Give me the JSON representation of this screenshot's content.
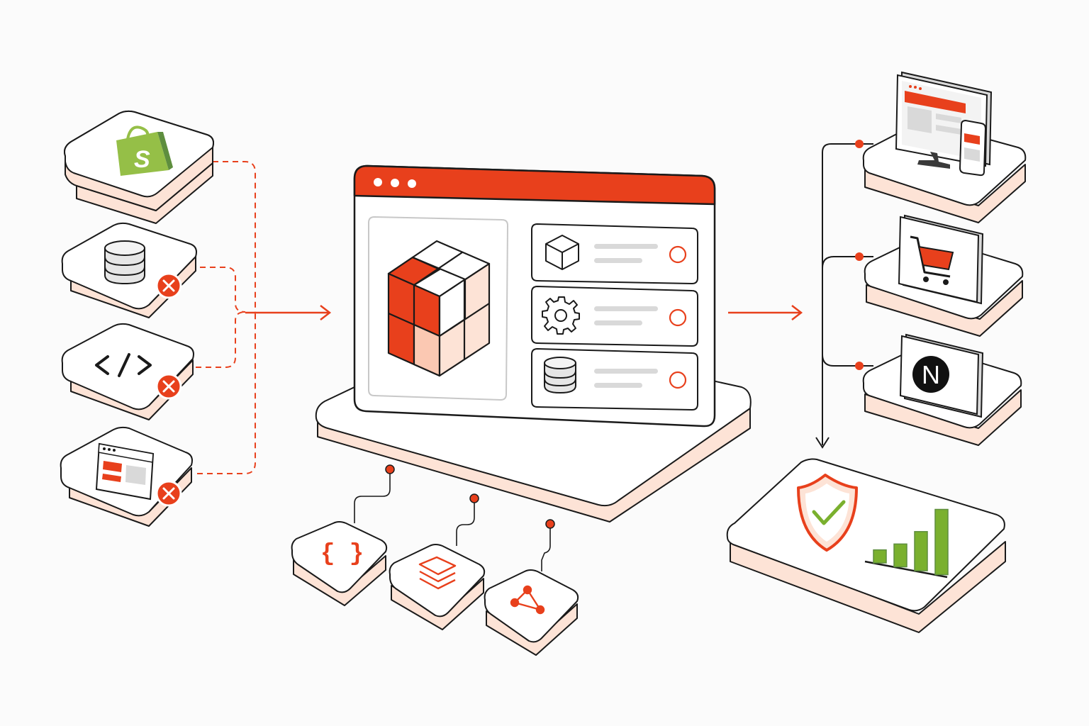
{
  "colors": {
    "accent": "#e8401c",
    "accent_light": "#fde3d6",
    "outline": "#1a1a1a",
    "green": "#7ab02e",
    "gray": "#d9d9d9",
    "shopify_green": "#95bf47"
  },
  "sources": [
    {
      "icon": "shopify-bag-icon",
      "status": "connected"
    },
    {
      "icon": "database-icon",
      "status": "error"
    },
    {
      "icon": "code-icon",
      "status": "error"
    },
    {
      "icon": "web-page-icon",
      "status": "error"
    }
  ],
  "hub": {
    "window_dots": 3,
    "hero_icon": "cube-blocks-icon",
    "rows": [
      {
        "icon": "box-icon"
      },
      {
        "icon": "gear-icon"
      },
      {
        "icon": "database-icon"
      }
    ],
    "modules": [
      {
        "icon": "braces-icon",
        "text": "{ }"
      },
      {
        "icon": "layers-icon"
      },
      {
        "icon": "graph-icon"
      }
    ]
  },
  "targets": [
    {
      "icon": "monitor-mobile-icon"
    },
    {
      "icon": "shopping-cart-icon"
    },
    {
      "icon": "nextjs-logo-icon",
      "text": "N"
    }
  ],
  "result": {
    "icons": [
      "shield-check-icon",
      "bar-chart-icon"
    ],
    "bars": [
      0.2,
      0.35,
      0.6,
      1.0
    ]
  }
}
